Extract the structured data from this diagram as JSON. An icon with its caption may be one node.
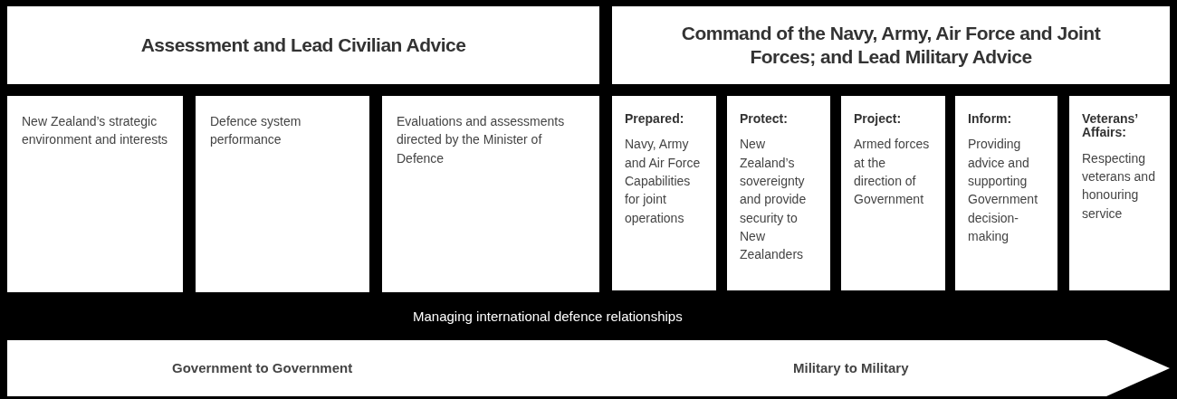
{
  "diagram": {
    "nodes": [
      {
        "text": [
          "Assessment and Lead Civilian Advice"
        ]
      },
      {
        "text": [
          "New Zealand’s strategic environment and interests"
        ]
      },
      {
        "text": [
          "Defence system performance"
        ]
      },
      {
        "text": [
          "Evaluations and assessments directed by the Minister of Defence"
        ]
      },
      {
        "text": [
          "Command of the Navy, Army, Air Force and Joint Forces; and Lead Military Advice"
        ]
      },
      {
        "text": [
          "Prepared:",
          "Navy, Army and Air Force Capabilities for joint operations"
        ]
      },
      {
        "text": [
          "Protect:",
          "New Zealand’s sovereignty and provide security to New Zealanders"
        ]
      },
      {
        "text": [
          "Project:",
          "Armed forces at the direction of Government"
        ]
      },
      {
        "text": [
          "Inform:",
          "Providing advice and supporting Government decision-making"
        ]
      },
      {
        "text": [
          "Veterans’ Affairs:",
          "Respecting veterans and honouring service"
        ]
      },
      {
        "text": [
          "Government to Government",
          "Military to Military"
        ]
      }
    ],
    "labels": [
      "Managing international defence relationships"
    ]
  }
}
